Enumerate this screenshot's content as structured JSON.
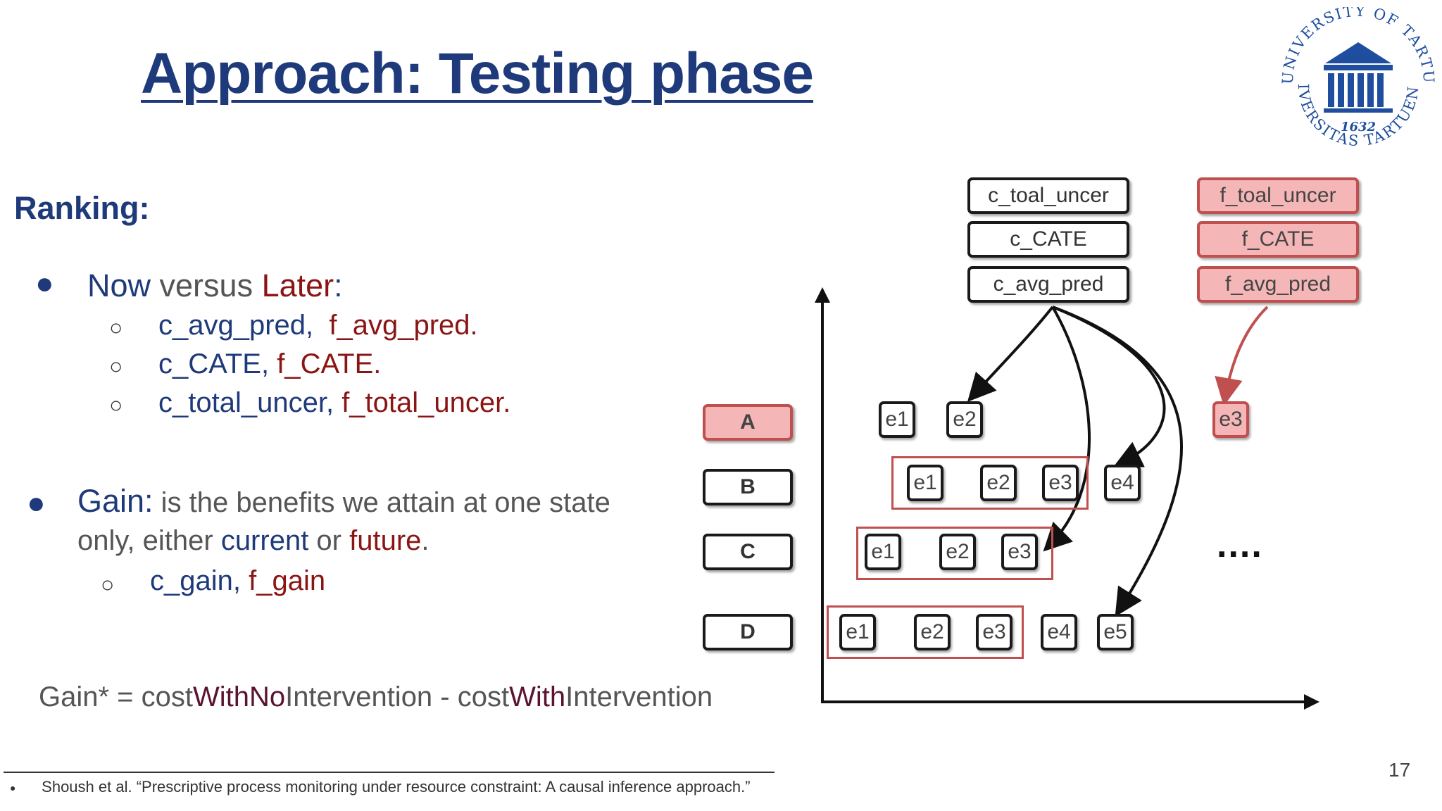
{
  "title": "Approach: Testing phase",
  "ranking_heading": "Ranking:",
  "bullet1": {
    "now": "Now",
    "versus": " versus ",
    "later": "Later",
    "colon": ":",
    "subitems": [
      {
        "c": "c_avg_pred,",
        "f": "f_avg_pred."
      },
      {
        "c": "c_CATE,",
        "f": "f_CATE."
      },
      {
        "c": "c_total_uncer,",
        "f": "f_total_uncer."
      }
    ]
  },
  "bullet2": {
    "gain": "Gain:",
    "text1": " is the benefits we attain at one state",
    "text2": "only, either ",
    "current": "current",
    "or": " or ",
    "future": "future",
    "period": ".",
    "sub_c": "c_gain,",
    "sub_f": "f_gain"
  },
  "formula": {
    "p1": "Gain* = cost",
    "p2": "WithNo",
    "p3": "Intervention -  cost",
    "p4": "With",
    "p5": "Intervention"
  },
  "diagram": {
    "c_boxes": [
      "c_toal_uncer",
      "c_CATE",
      "c_avg_pred"
    ],
    "f_boxes": [
      "f_toal_uncer",
      "f_CATE",
      "f_avg_pred"
    ],
    "rows": [
      "A",
      "B",
      "C",
      "D"
    ],
    "ellipsis": "....",
    "events": {
      "e1": "e1",
      "e2": "e2",
      "e3": "e3",
      "e4": "e4",
      "e5": "e5"
    }
  },
  "footer": "Shoush et al. “Prescriptive process monitoring under resource constraint: A causal inference approach.”",
  "footer_bullet": "●",
  "page_number": "17",
  "logo": {
    "text_top": "UNIVERSITY OF TARTU",
    "text_bottom": "UNIVERSITAS TARTUENSIS",
    "year": "1632",
    "color": "#1f4e9e"
  }
}
